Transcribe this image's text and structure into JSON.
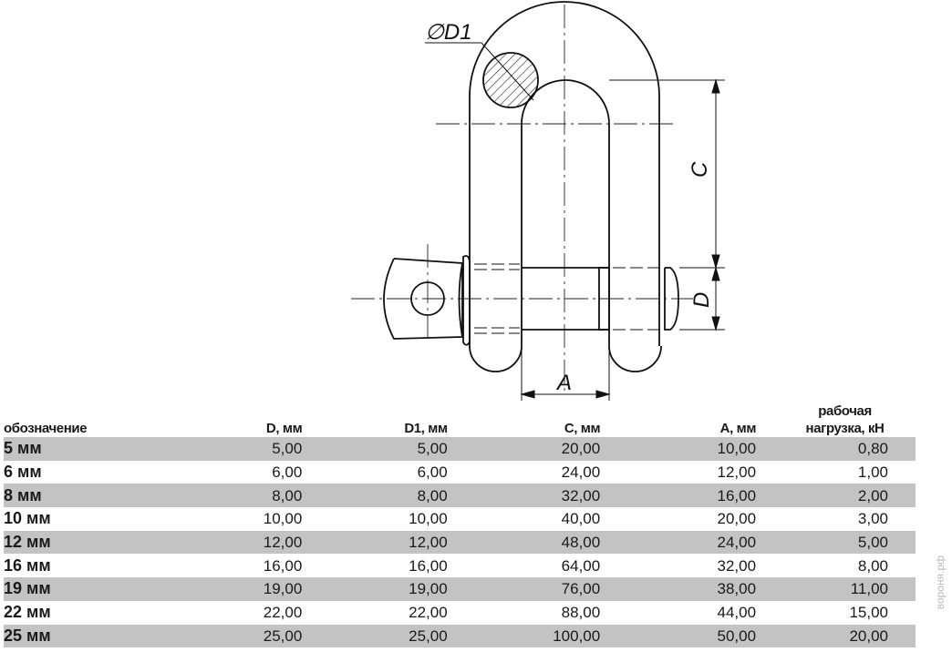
{
  "drawing": {
    "labels": {
      "d1": "∅D1",
      "c": "C",
      "d": "D",
      "a": "A"
    }
  },
  "table": {
    "headers": [
      "обозначение",
      "D, мм",
      "D1, мм",
      "C, мм",
      "A, мм",
      "рабочая нагрузка, кН"
    ],
    "header_load_line1": "рабочая",
    "header_load_line2": "нагрузка, кН",
    "rows": [
      [
        "5 мм",
        "5,00",
        "5,00",
        "20,00",
        "10,00",
        "0,80"
      ],
      [
        "6 мм",
        "6,00",
        "6,00",
        "24,00",
        "12,00",
        "1,00"
      ],
      [
        "8 мм",
        "8,00",
        "8,00",
        "32,00",
        "16,00",
        "2,00"
      ],
      [
        "10 мм",
        "10,00",
        "10,00",
        "40,00",
        "20,00",
        "3,00"
      ],
      [
        "12 мм",
        "12,00",
        "12,00",
        "48,00",
        "24,00",
        "5,00"
      ],
      [
        "16 мм",
        "16,00",
        "16,00",
        "64,00",
        "32,00",
        "8,00"
      ],
      [
        "19 мм",
        "19,00",
        "19,00",
        "76,00",
        "38,00",
        "11,00"
      ],
      [
        "22 мм",
        "22,00",
        "22,00",
        "88,00",
        "44,00",
        "15,00"
      ],
      [
        "25 мм",
        "25,00",
        "25,00",
        "100,00",
        "50,00",
        "20,00"
      ]
    ]
  },
  "watermark": "вороня.рф",
  "colors": {
    "row_stripe": "#c3c3c3"
  }
}
